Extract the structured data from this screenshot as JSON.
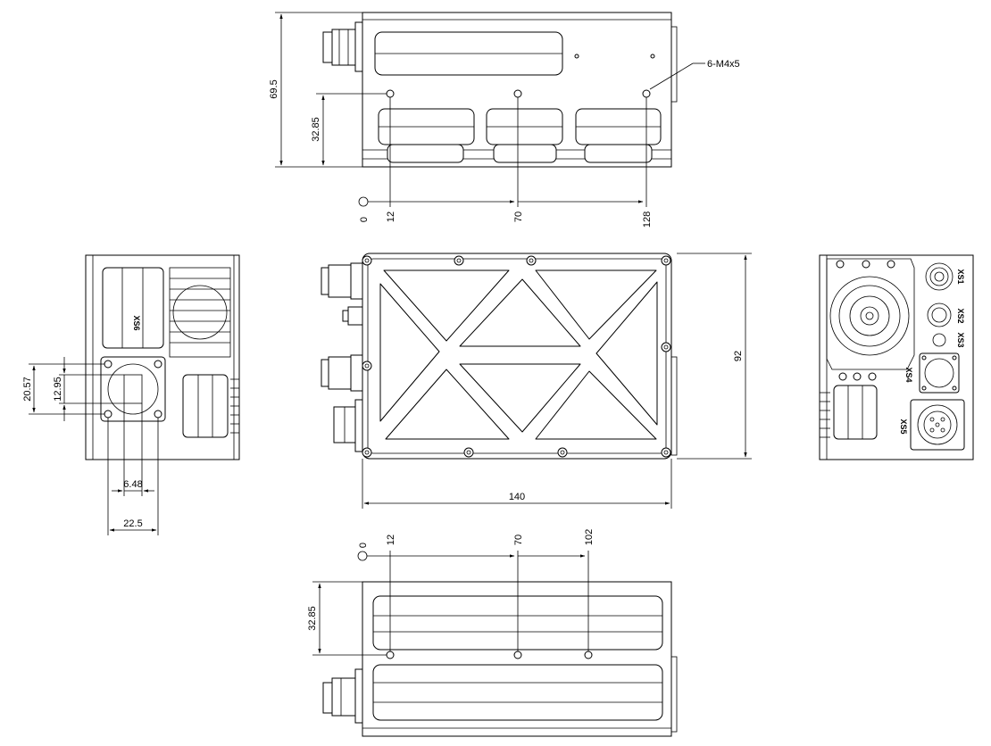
{
  "colors": {
    "line": "#000000",
    "background": "#ffffff"
  },
  "top_view": {
    "height_dim": "69.5",
    "hole_height_dim": "32.85",
    "hole_callout": "6-M4x5",
    "x_positions": [
      "0",
      "12",
      "70",
      "128"
    ]
  },
  "bottom_view": {
    "hole_height_dim": "32.85",
    "x_positions": [
      "0",
      "12",
      "70",
      "102"
    ]
  },
  "front_view": {
    "height_dim": "92",
    "width_dim": "140"
  },
  "left_view": {
    "connector_label": "XS6",
    "dim_outer_height": "20.57",
    "dim_inner_height": "12.95",
    "dim_inner_width": "6.48",
    "dim_outer_width": "22.5"
  },
  "right_view": {
    "connector_labels": [
      "XS1",
      "XS2",
      "XS3",
      "XS4",
      "XS5"
    ]
  }
}
